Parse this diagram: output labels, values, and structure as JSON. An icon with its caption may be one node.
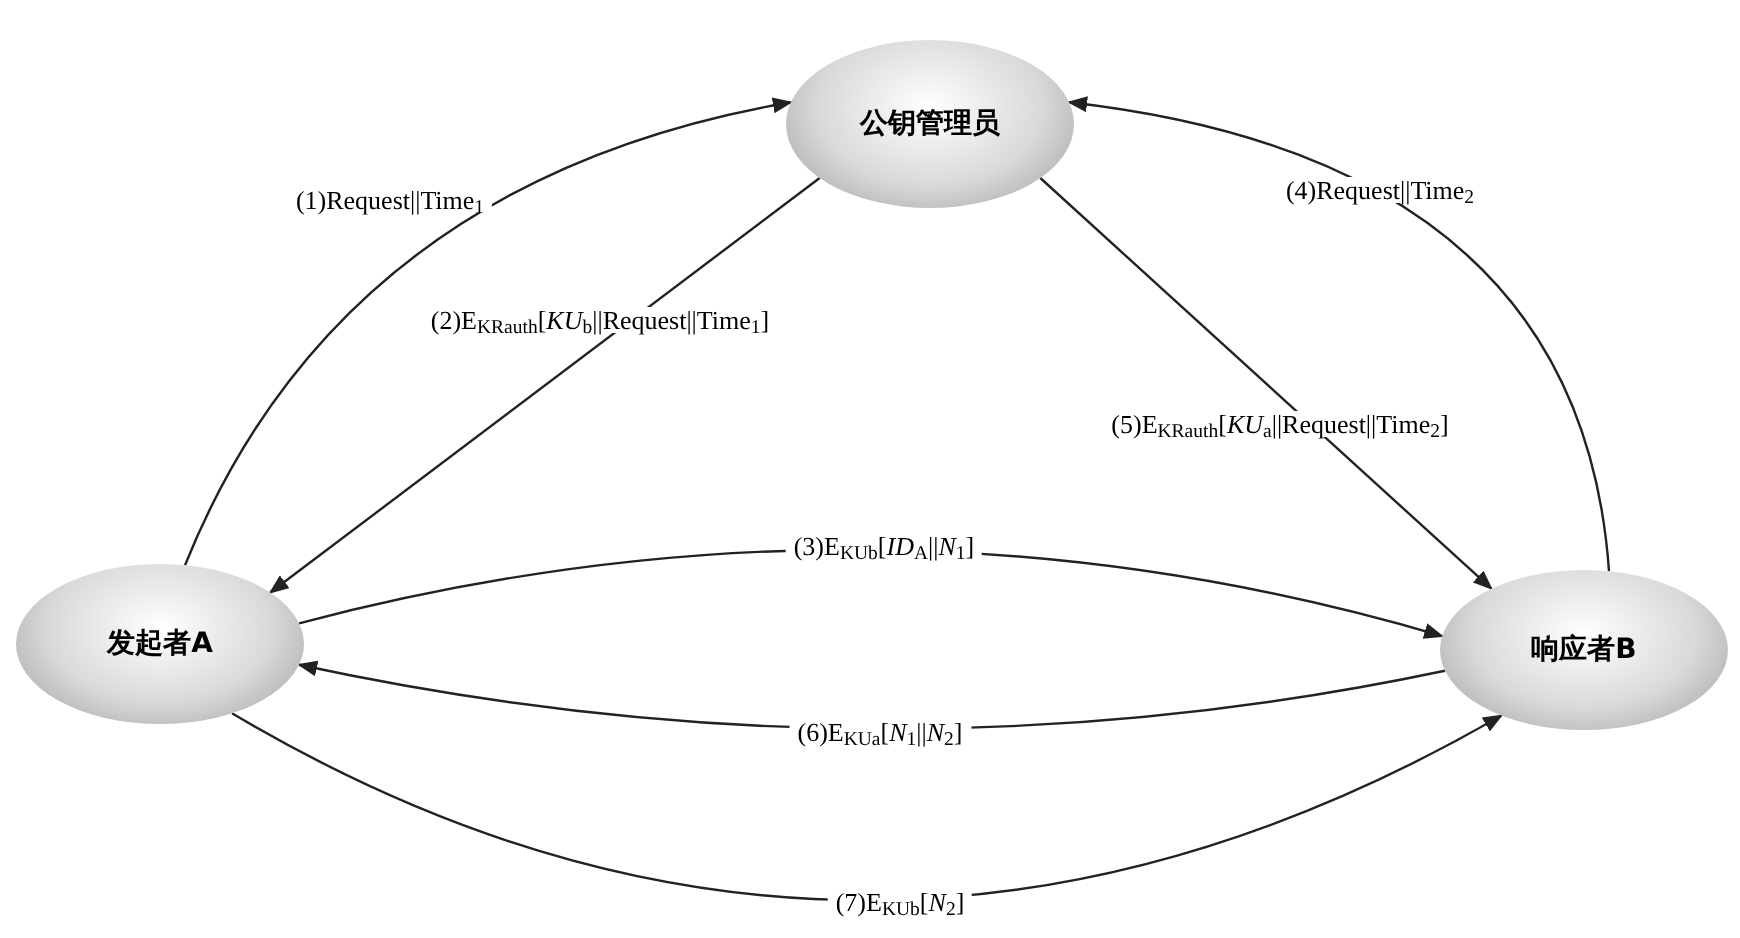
{
  "diagram": {
    "nodes": [
      {
        "text": [
          "公钥管理员"
        ]
      },
      {
        "text": [
          "发起者A"
        ]
      },
      {
        "text": [
          "响应者B"
        ]
      }
    ],
    "edges": [
      {
        "from": 1,
        "to": 0,
        "arrow": "to",
        "label": "(1)Request||Time$_{1}$"
      },
      {
        "from": 0,
        "to": 1,
        "arrow": "to",
        "label": "(2)E$_{KRauth}$[*KU*$_{b}$||Request||Time$_{1}$]"
      },
      {
        "from": 1,
        "to": 2,
        "arrow": "to",
        "label": "(3)E$_{KUb}$[*ID*$_{A}$||*N*$_{1}$]"
      },
      {
        "from": 2,
        "to": 0,
        "arrow": "to",
        "label": "(4)Request||Time$_{2}$"
      },
      {
        "from": 0,
        "to": 2,
        "arrow": "to",
        "label": "(5)E$_{KRauth}$[*KU*$_{a}$||Request||Time$_{2}$]"
      },
      {
        "from": 2,
        "to": 1,
        "arrow": "to",
        "label": "(6)E$_{KUa}$[*N*$_{1}$||*N*$_{2}$]"
      },
      {
        "from": 1,
        "to": 2,
        "arrow": "to",
        "label": "(7)E$_{KUb}$[*N*$_{2}$]"
      }
    ]
  }
}
